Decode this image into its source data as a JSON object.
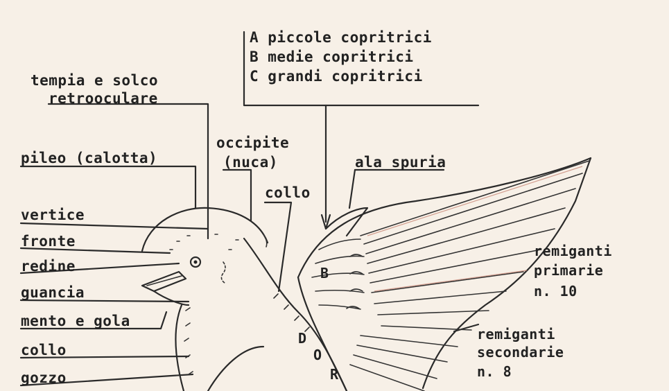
{
  "legend": {
    "items": [
      "A piccole copritrici",
      "B medie copritrici",
      "C grandi copritrici"
    ]
  },
  "labels": {
    "tempia_line1": "tempia e solco",
    "tempia_line2": "retrooculare",
    "pileo": "pileo (calotta)",
    "occipite_line1": "occipite",
    "occipite_line2": "(nuca)",
    "collo_top": "collo",
    "ala_spuria": "ala spuria",
    "vertice": "vertice",
    "fronte": "fronte",
    "redine": "redine",
    "guancia": "guancia",
    "mento_gola": "mento e gola",
    "collo_left": "collo",
    "gozzo": "gozzo",
    "remiganti_primarie_line1": "remiganti",
    "remiganti_primarie_line2": "primarie",
    "remiganti_primarie_line3": "n. 10",
    "remiganti_secondarie_line1": "remiganti",
    "remiganti_secondarie_line2": "secondarie",
    "remiganti_secondarie_line3": "n. 8",
    "wing_letter_B": "B",
    "dorso_letters": [
      "D",
      "O",
      "R"
    ]
  },
  "colors": {
    "ink": "#222222",
    "paper": "#f7f0e7",
    "red_tint": "#c27a6a"
  }
}
